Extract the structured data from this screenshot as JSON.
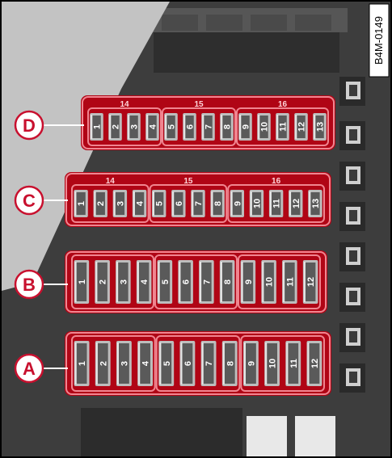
{
  "figure_id": "B4M-0149",
  "colors": {
    "panel": "#3d3d3d",
    "panel_dark": "#242424",
    "panel_mid": "#565656",
    "carrier": "#b00515",
    "carrier_light": "#f08590",
    "fuse_body": "#bdbdbd",
    "fuse_face": "#5a5a5a",
    "cover": "#c3c3c3",
    "callout": "#c8102e",
    "frame": "#000000"
  },
  "rows": [
    {
      "label": "D",
      "fuses": [
        "1",
        "2",
        "3",
        "4",
        "5",
        "6",
        "7",
        "8",
        "9",
        "10",
        "11",
        "12",
        "13"
      ],
      "group_labels": [
        "14",
        "15",
        "16"
      ]
    },
    {
      "label": "C",
      "fuses": [
        "1",
        "2",
        "3",
        "4",
        "5",
        "6",
        "7",
        "8",
        "9",
        "10",
        "11",
        "12",
        "13"
      ],
      "group_labels": [
        "14",
        "15",
        "16"
      ]
    },
    {
      "label": "B",
      "fuses": [
        "1",
        "2",
        "3",
        "4",
        "5",
        "6",
        "7",
        "8",
        "9",
        "10",
        "11",
        "12"
      ],
      "group_labels": []
    },
    {
      "label": "A",
      "fuses": [
        "1",
        "2",
        "3",
        "4",
        "5",
        "6",
        "7",
        "8",
        "9",
        "10",
        "11",
        "12"
      ],
      "group_labels": []
    }
  ]
}
